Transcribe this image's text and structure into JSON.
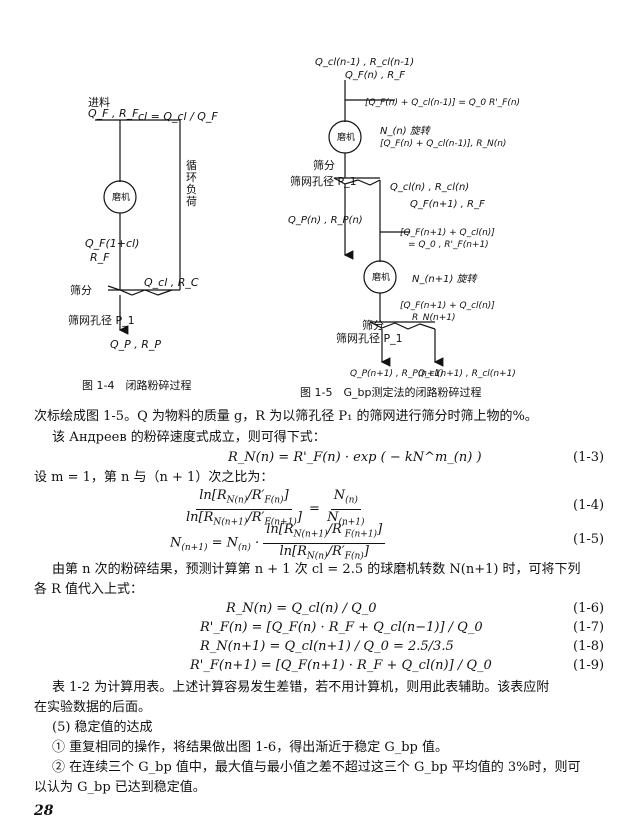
{
  "fig14": {
    "feed_label": "进料",
    "feed_vars": "Q_F , R_F",
    "cl_formula": "cl = Q_cl / Q_F",
    "mill": "磨机",
    "circ_load": "循环负荷",
    "mill_feed": "Q_F(1+cl)",
    "mill_feed_r": "R_F",
    "screening": "筛分",
    "return_vars": "Q_cl , R_C",
    "sieve": "筛网孔径 P_1",
    "product": "Q_P , R_P",
    "caption": "图 1-4　闭路粉碎过程"
  },
  "fig15": {
    "top_in": "Q_cl(n-1) , R_cl(n-1)",
    "top_in2": "Q_F(n) , R_F",
    "sum_top": "[Q_F(n) + Q_cl(n-1)] = Q_0 R'_F(n)",
    "mill": "磨机",
    "rev1": "N_(n) 旋转",
    "sum1": "[Q_F(n) + Q_cl(n-1)], R_N(n)",
    "screen1": "筛分",
    "sieve1": "筛网孔径 P_1",
    "cl_n": "Q_cl(n) , R_cl(n)",
    "p_n": "Q_P(n) , R_P(n)",
    "f_n1": "Q_F(n+1) , R_F",
    "sum2a": "[Q_F(n+1) + Q_cl(n)]",
    "sum2b": "= Q_0 , R'_F(n+1)",
    "mill2": "磨机",
    "rev2": "N_(n+1) 旋转",
    "sum3a": "[Q_F(n+1) + Q_cl(n)]",
    "sum3b": "R_N(n+1)",
    "screen2": "筛分",
    "sieve2": "筛网孔径 P_1",
    "p_n1": "Q_P(n+1) , R_P(n+1)",
    "cl_n1": "Q_cl(n+1) , R_cl(n+1)",
    "caption": "图 1-5　G_bp测定法的闭路粉碎过程"
  },
  "text": {
    "p1": "次标绘成图 1-5。Q 为物料的质量 g，R 为以筛孔径 P₁ 的筛网进行筛分时筛上物的%。",
    "p2": "该 Андреев 的粉碎速度式成立，则可得下式：",
    "eq13": "R_N(n) = R'_F(n) · exp ( − kN^m_(n) )",
    "eq13_no": "(1-3)",
    "p3": "设 m = 1，第 n 与（n + 1）次之比为：",
    "eq14_no": "(1-4)",
    "eq15_no": "(1-5)",
    "p4": "由第 n 次的粉碎结果，预测计算第 n + 1 次 cl = 2.5 的球磨机转数 N(n+1) 时，可将下列",
    "p4b": "各 R 值代入上式：",
    "eq16": "R_N(n) = Q_cl(n) / Q_0",
    "eq16_no": "(1-6)",
    "eq17": "R'_F(n) = [Q_F(n) · R_F + Q_cl(n−1)] / Q_0",
    "eq17_no": "(1-7)",
    "eq18": "R_N(n+1) = Q_cl(n+1) / Q_0 = 2.5/3.5",
    "eq18_no": "(1-8)",
    "eq19": "R'_F(n+1) = [Q_F(n+1) · R_F + Q_cl(n)] / Q_0",
    "eq19_no": "(1-9)",
    "p5": "表 1-2 为计算用表。上述计算容易发生差错，若不用计算机，则用此表辅助。该表应附",
    "p5b": "在实验数据的后面。",
    "h5": "(5) 稳定值的达成",
    "p6": "① 重复相同的操作，将结果做出图 1-6，得出渐近于稳定 G_bp 值。",
    "p7": "② 在连续三个 G_bp 值中，最大值与最小值之差不超过这三个 G_bp 平均值的 3%时，则可",
    "p7b": "以认为 G_bp 已达到稳定值。",
    "page_number": "28"
  }
}
